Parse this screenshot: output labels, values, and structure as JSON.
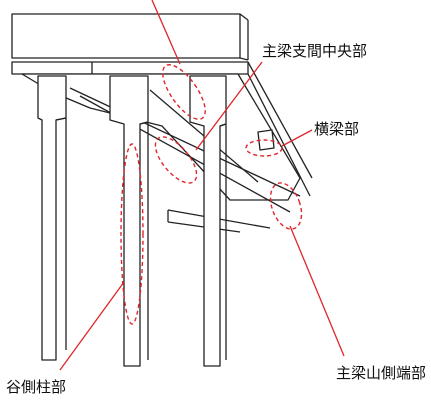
{
  "labels": {
    "main_girder_midspan": "主梁支間中央部",
    "cross_beam": "横梁部",
    "main_girder_mountain_end": "主梁山側端部",
    "valley_column": "谷側柱部"
  },
  "colors": {
    "line": "#222222",
    "highlight": "#e0262b",
    "background": "#ffffff"
  }
}
